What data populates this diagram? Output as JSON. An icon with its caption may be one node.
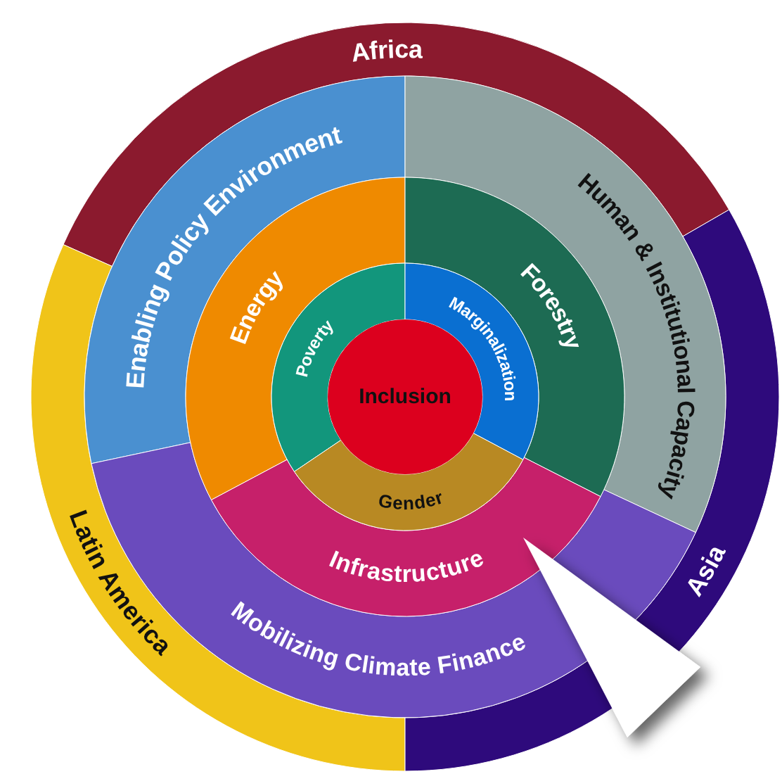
{
  "diagram": {
    "nodes": [
      {
        "text": [
          "Africa"
        ]
      },
      {
        "text": [
          "Latin America"
        ]
      },
      {
        "text": [
          "Asia"
        ]
      },
      {
        "text": [
          "Enabling Policy Environment"
        ]
      },
      {
        "text": [
          "Human & Institutional Capacity"
        ]
      },
      {
        "text": [
          "Mobilizing Climate Finance"
        ]
      },
      {
        "text": [
          "Energy"
        ]
      },
      {
        "text": [
          "Forestry"
        ]
      },
      {
        "text": [
          "Infrastructure"
        ]
      },
      {
        "text": [
          "Poverty"
        ]
      },
      {
        "text": [
          "Marginalization"
        ]
      },
      {
        "text": [
          "Gender"
        ]
      },
      {
        "text": [
          "Inclusion"
        ]
      },
      {
        "text": [],
        "shape": "triangle"
      }
    ]
  }
}
